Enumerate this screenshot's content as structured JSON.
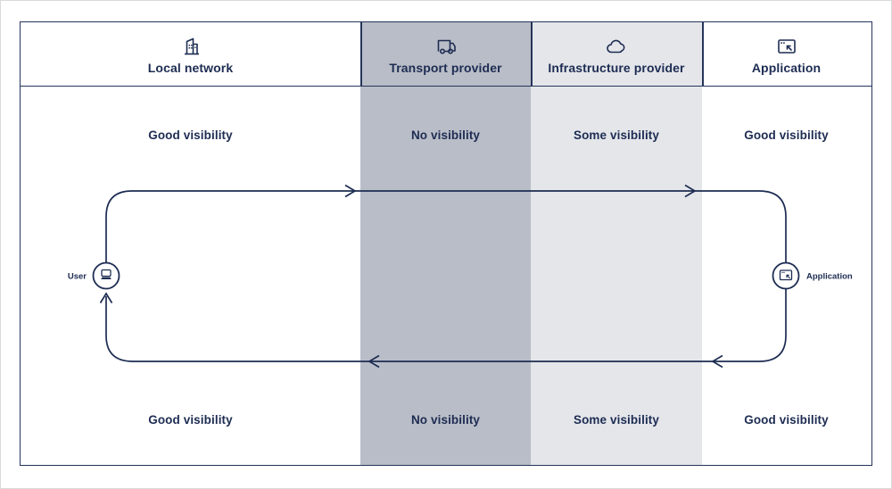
{
  "diagram": {
    "columns": [
      {
        "id": "local-network",
        "label": "Local network",
        "icon": "building-icon",
        "visibility_top": "Good visibility",
        "visibility_bottom": "Good visibility",
        "bg": "#ffffff"
      },
      {
        "id": "transport-provider",
        "label": "Transport provider",
        "icon": "truck-icon",
        "visibility_top": "No visibility",
        "visibility_bottom": "No visibility",
        "bg": "#b9bdc7"
      },
      {
        "id": "infrastructure-provider",
        "label": "Infrastructure provider",
        "icon": "cloud-icon",
        "visibility_top": "Some visibility",
        "visibility_bottom": "Some visibility",
        "bg": "#e4e6ea"
      },
      {
        "id": "application",
        "label": "Application",
        "icon": "browser-cursor-icon",
        "visibility_top": "Good visibility",
        "visibility_bottom": "Good visibility",
        "bg": "#ffffff"
      }
    ],
    "nodes": {
      "user": {
        "label": "User",
        "icon": "laptop-icon"
      },
      "application": {
        "label": "Application",
        "icon": "browser-cursor-icon"
      }
    },
    "colors": {
      "navy": "#1d2c52",
      "frame_border": "#24345a",
      "transport_bg": "#b9bdc7",
      "infrastructure_bg": "#e4e6ea",
      "column_bg": "#ffffff"
    }
  }
}
